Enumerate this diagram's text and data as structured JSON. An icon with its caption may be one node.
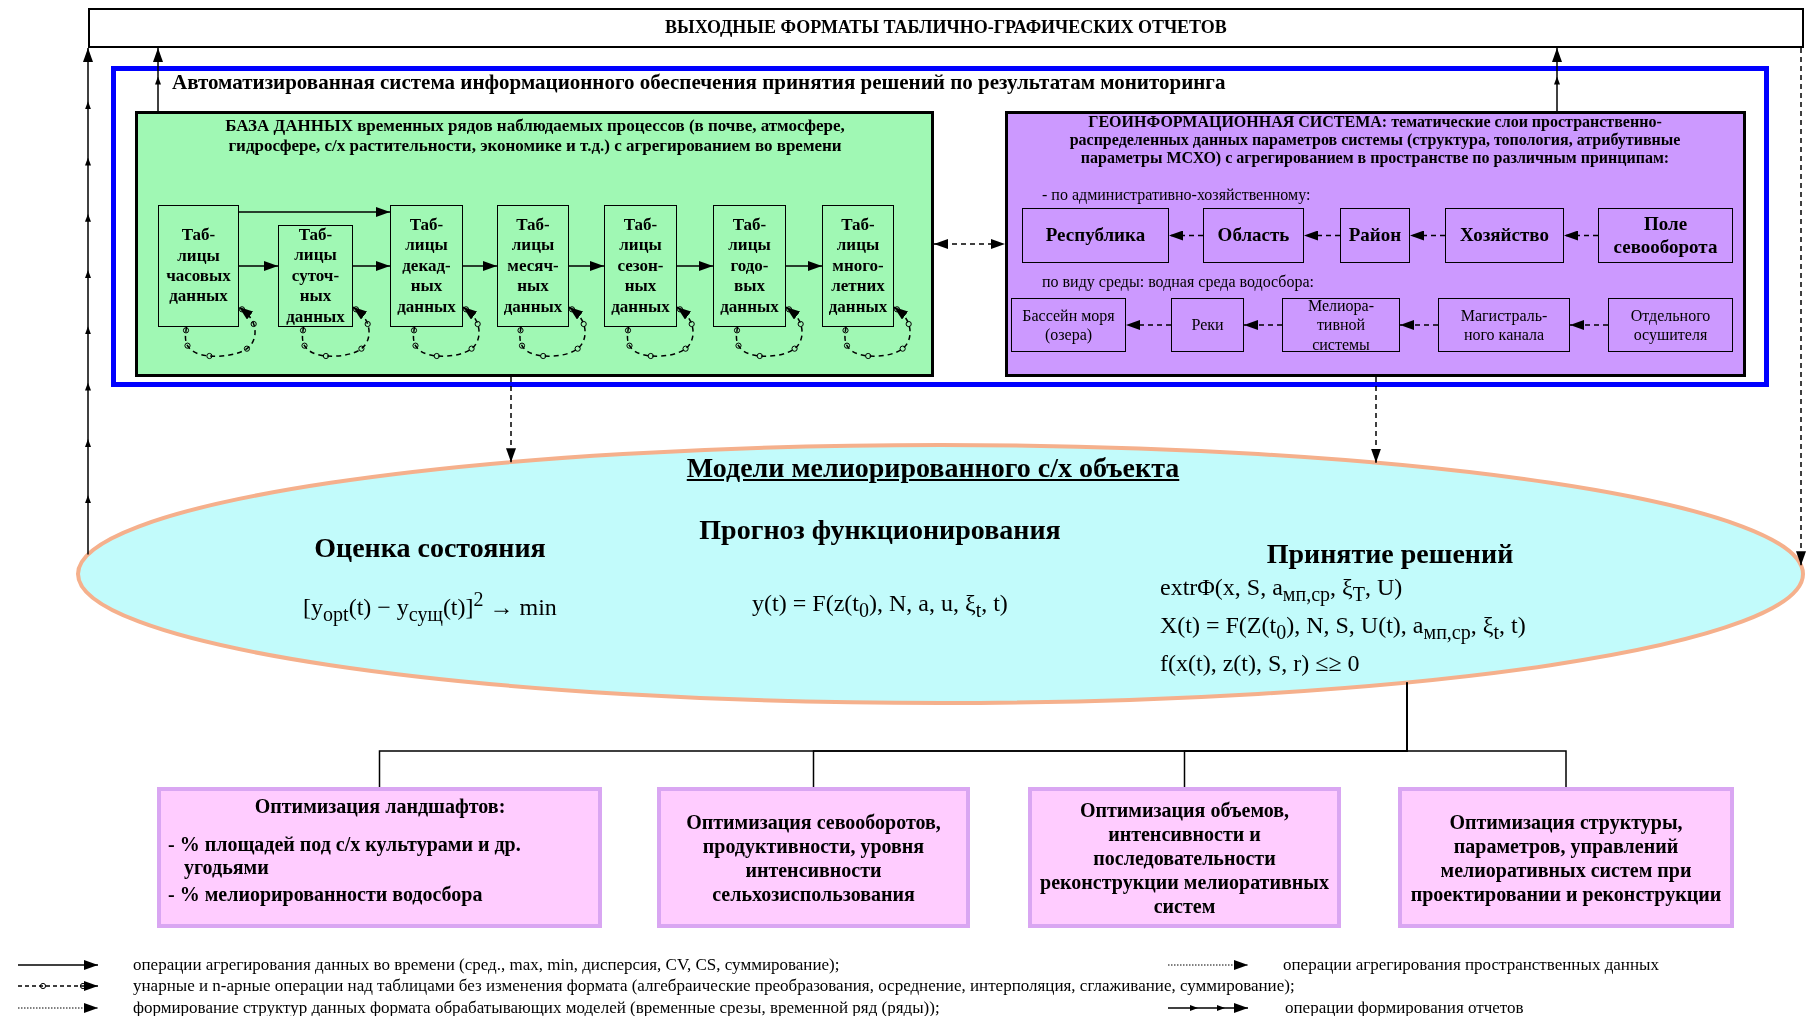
{
  "diagram": {
    "nodes": [
      {
        "text": [
          "ВЫХОДНЫЕ ФОРМАТЫ ТАБЛИЧНО-ГРАФИЧЕСКИХ ОТЧЕТОВ"
        ]
      },
      {
        "text": [
          "Автоматизированная система  информационного обеспечения принятия решений по результатам мониторинга"
        ]
      },
      {
        "text": [
          "БАЗА  ДАННЫХ временных рядов наблюдаемых процессов (в почве, атмосфере,  гидросфере, с/х растительности, экономике и т.д.) с агрегированием во времени"
        ],
        "in": 1
      },
      {
        "text": [
          "Таб- лицы часовых данных"
        ],
        "in": 2
      },
      {
        "text": [
          "Таб- лицы суточ- ных данных"
        ],
        "in": 2
      },
      {
        "text": [
          "Таб- лицы декад- ных данных"
        ],
        "in": 2
      },
      {
        "text": [
          "Таб- лицы месяч- ных данных"
        ],
        "in": 2
      },
      {
        "text": [
          "Таб- лицы сезон- ных данных"
        ],
        "in": 2
      },
      {
        "text": [
          "Таб- лицы годо- вых данных"
        ],
        "in": 2
      },
      {
        "text": [
          "Таб- лицы много- летних данных"
        ],
        "in": 2
      },
      {
        "text": [
          "ГЕОИНФОРМАЦИОННАЯ СИСТЕМА: тематические слои пространственно-распределенных данных параметров системы (структура, топология, атрибутивные параметры МСХО) с агрегированием в пространстве по различным принципам:",
          "- по административно-хозяйственному:",
          "по виду среды: водная среда водосбора:"
        ],
        "in": 1
      },
      {
        "text": [
          "Республика"
        ],
        "in": 10
      },
      {
        "text": [
          "Область"
        ],
        "in": 10
      },
      {
        "text": [
          "Район"
        ],
        "in": 10
      },
      {
        "text": [
          "Хозяйство"
        ],
        "in": 10
      },
      {
        "text": [
          "Поле севооборота"
        ],
        "in": 10
      },
      {
        "text": [
          "Бассейн моря (озера)"
        ],
        "in": 10
      },
      {
        "text": [
          "Реки"
        ],
        "in": 10
      },
      {
        "text": [
          "Мелиора- тивной системы"
        ],
        "in": 10
      },
      {
        "text": [
          "Магистраль- ного канала"
        ],
        "in": 10
      },
      {
        "text": [
          "Отдельного осушителя"
        ],
        "in": 10
      },
      {
        "text": [
          "Модели мелиорированного с/х объекта",
          "Оценка состояния",
          "[y$_{opt}$(t) − y$_{сущ}$(t)]$^{2}$ → min",
          "Прогноз функционирования",
          "y(t) = F(z(t$_{0}$), N, a, u, ξ$_{t}$, t)",
          "Принятие  решений",
          "extrΦ(x, S, a$_{мп,ср}$, ξ$_{T}$, U)",
          "X(t) = F(Z(t$_{0}$), N, S, U(t), a$_{мп,ср}$, ξ$_{t}$, t)",
          "f(x(t), z(t), S, r) ≤≥ 0"
        ]
      },
      {
        "text": [
          "Оптимизация ландшафтов:",
          "- % площадей под с/х культурами и др. угодьями",
          "- % мелиорированности водосбора"
        ]
      },
      {
        "text": [
          "Оптимизация севооборотов, продуктивности, уровня интенсивности сельхозиспользования"
        ]
      },
      {
        "text": [
          "Оптимизация объемов, интенсивности и последовательности реконструкции мелиоративных систем"
        ]
      },
      {
        "text": [
          "Оптимизация структуры, параметров, управлений мелиоративных систем при проектировании и реконструкции"
        ]
      }
    ],
    "edges": [
      {
        "from": 3,
        "to": 4,
        "arrow": "to"
      },
      {
        "from": 4,
        "to": 5,
        "arrow": "to"
      },
      {
        "from": 3,
        "to": 5,
        "arrow": "to"
      },
      {
        "from": 5,
        "to": 6,
        "arrow": "to"
      },
      {
        "from": 6,
        "to": 7,
        "arrow": "to"
      },
      {
        "from": 7,
        "to": 8,
        "arrow": "to"
      },
      {
        "from": 8,
        "to": 9,
        "arrow": "to"
      },
      {
        "from": 3,
        "to": 3,
        "arrow": "to",
        "style": "dashed"
      },
      {
        "from": 4,
        "to": 4,
        "arrow": "to",
        "style": "dashed"
      },
      {
        "from": 5,
        "to": 5,
        "arrow": "to",
        "style": "dashed"
      },
      {
        "from": 6,
        "to": 6,
        "arrow": "to",
        "style": "dashed"
      },
      {
        "from": 7,
        "to": 7,
        "arrow": "to",
        "style": "dashed"
      },
      {
        "from": 8,
        "to": 8,
        "arrow": "to",
        "style": "dashed"
      },
      {
        "from": 9,
        "to": 9,
        "arrow": "to",
        "style": "dashed"
      },
      {
        "from": 2,
        "to": 10,
        "arrow": "both",
        "style": "dashed"
      },
      {
        "from": 12,
        "to": 11,
        "arrow": "to",
        "style": "dashed"
      },
      {
        "from": 13,
        "to": 12,
        "arrow": "to",
        "style": "dashed"
      },
      {
        "from": 14,
        "to": 13,
        "arrow": "to",
        "style": "dashed"
      },
      {
        "from": 15,
        "to": 14,
        "arrow": "to",
        "style": "dashed"
      },
      {
        "from": 17,
        "to": 16,
        "arrow": "to",
        "style": "dashed"
      },
      {
        "from": 18,
        "to": 17,
        "arrow": "to",
        "style": "dashed"
      },
      {
        "from": 19,
        "to": 18,
        "arrow": "to",
        "style": "dashed"
      },
      {
        "from": 20,
        "to": 19,
        "arrow": "to",
        "style": "dashed"
      },
      {
        "from": 2,
        "to": 21,
        "arrow": "to",
        "style": "dashed"
      },
      {
        "from": 10,
        "to": 21,
        "arrow": "to",
        "style": "dashed"
      },
      {
        "from": 21,
        "to": 0,
        "arrow": "to"
      },
      {
        "from": 2,
        "to": 0,
        "arrow": "to"
      },
      {
        "from": 10,
        "to": 0,
        "arrow": "to"
      },
      {
        "from": 0,
        "to": 21,
        "arrow": "to",
        "style": "dashed"
      },
      {
        "from": 21,
        "to": 22,
        "arrow": "none"
      },
      {
        "from": 21,
        "to": 23,
        "arrow": "none"
      },
      {
        "from": 21,
        "to": 24,
        "arrow": "none"
      },
      {
        "from": 21,
        "to": 25,
        "arrow": "none"
      }
    ],
    "legend": [
      {
        "text": "операции агрегирования данных во времени (сред., max, min, дисперсия, CV, CS, суммирование);"
      },
      {
        "text": "операции агрегирования пространственных данных"
      },
      {
        "text": "унарные и n-арные операции  над таблицами без изменения формата (алгебраические преобразования, осреднение, интерполяция, сглаживание, суммирование);"
      },
      {
        "text": "формирование структур данных формата обрабатывающих моделей (временные срезы, временной ряд (ряды));"
      },
      {
        "text": "операции формирования отчетов"
      }
    ]
  }
}
